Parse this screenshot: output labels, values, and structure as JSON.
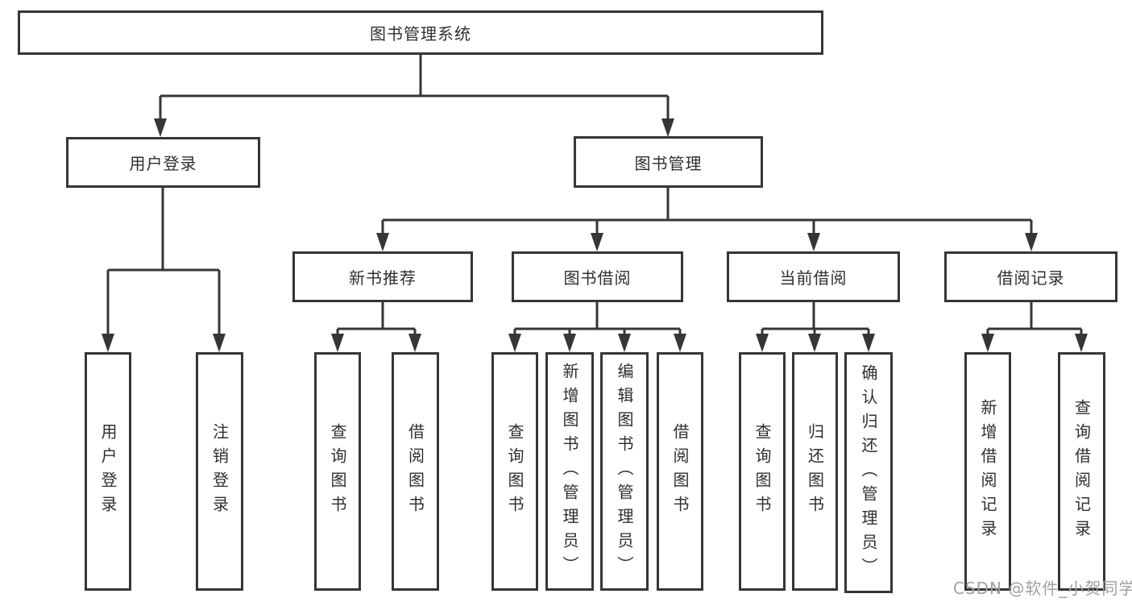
{
  "colors": {
    "line": "#363636",
    "text": "#2f2f2f",
    "watermark": "#a0a0a0",
    "background": "#ffffff"
  },
  "nodes": {
    "root": "图书管理系统",
    "user_login": "用户登录",
    "book_management": "图书管理",
    "new_book": "新书推荐",
    "book_borrow": "图书借阅",
    "current_borrow": "当前借阅",
    "borrow_record": "借阅记录",
    "user_login_children": [
      "用户登录",
      "注销登录"
    ],
    "new_book_children": [
      "查询图书",
      "借阅图书"
    ],
    "book_borrow_children": [
      "查询图书",
      "新增图书（管理员）",
      "编辑图书（管理员）",
      "借阅图书"
    ],
    "current_borrow_children": [
      "查询图书",
      "归还图书",
      "确认归还（管理员）"
    ],
    "borrow_record_children": [
      "新增借阅记录",
      "查询借阅记录"
    ]
  },
  "hierarchy": {
    "图书管理系统": {
      "用户登录": [
        "用户登录",
        "注销登录"
      ],
      "图书管理": {
        "新书推荐": [
          "查询图书",
          "借阅图书"
        ],
        "图书借阅": [
          "查询图书",
          "新增图书（管理员）",
          "编辑图书（管理员）",
          "借阅图书"
        ],
        "当前借阅": [
          "查询图书",
          "归还图书",
          "确认归还（管理员）"
        ],
        "借阅记录": [
          "新增借阅记录",
          "查询借阅记录"
        ]
      }
    }
  },
  "watermark": "CSDN @软件_小贺同学"
}
